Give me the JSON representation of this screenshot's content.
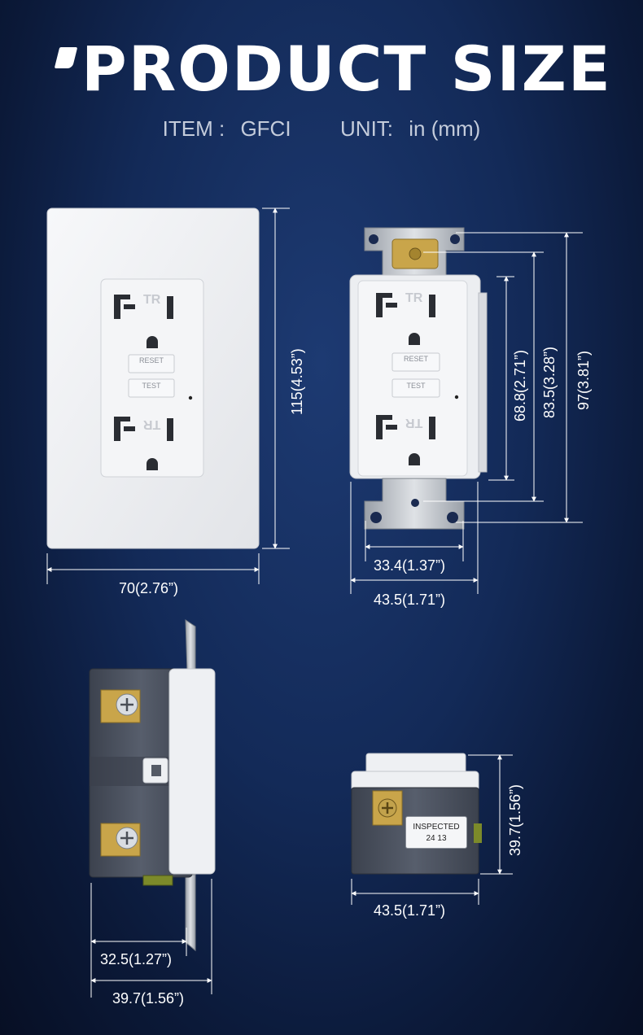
{
  "header": {
    "title": "PRODUCT SIZE",
    "item_label": "ITEM :",
    "item_value": "GFCI",
    "unit_label": "UNIT:",
    "unit_value": "in (mm)"
  },
  "dimensions": {
    "front_width": "70(2.76”)",
    "front_height": "115(4.53”)",
    "body_width_inner": "33.4(1.37”)",
    "body_width_outer": "43.5(1.71”)",
    "body_height_face": "68.8(2.71”)",
    "body_height_mid": "83.5(3.28”)",
    "body_height_total": "97(3.81”)",
    "side_depth_inner": "32.5(1.27”)",
    "side_depth_outer": "39.7(1.56”)",
    "bottom_width": "43.5(1.71”)",
    "bottom_height": "39.7(1.56”)"
  },
  "device_labels": {
    "tr": "TR",
    "reset": "RESET",
    "test": "TEST",
    "inspected": "INSPECTED",
    "inspected_code": "24 13"
  },
  "colors": {
    "background": "#132a58",
    "plate": "#f1f2f4",
    "housing": "#4b5260",
    "brass": "#c9a54a"
  }
}
